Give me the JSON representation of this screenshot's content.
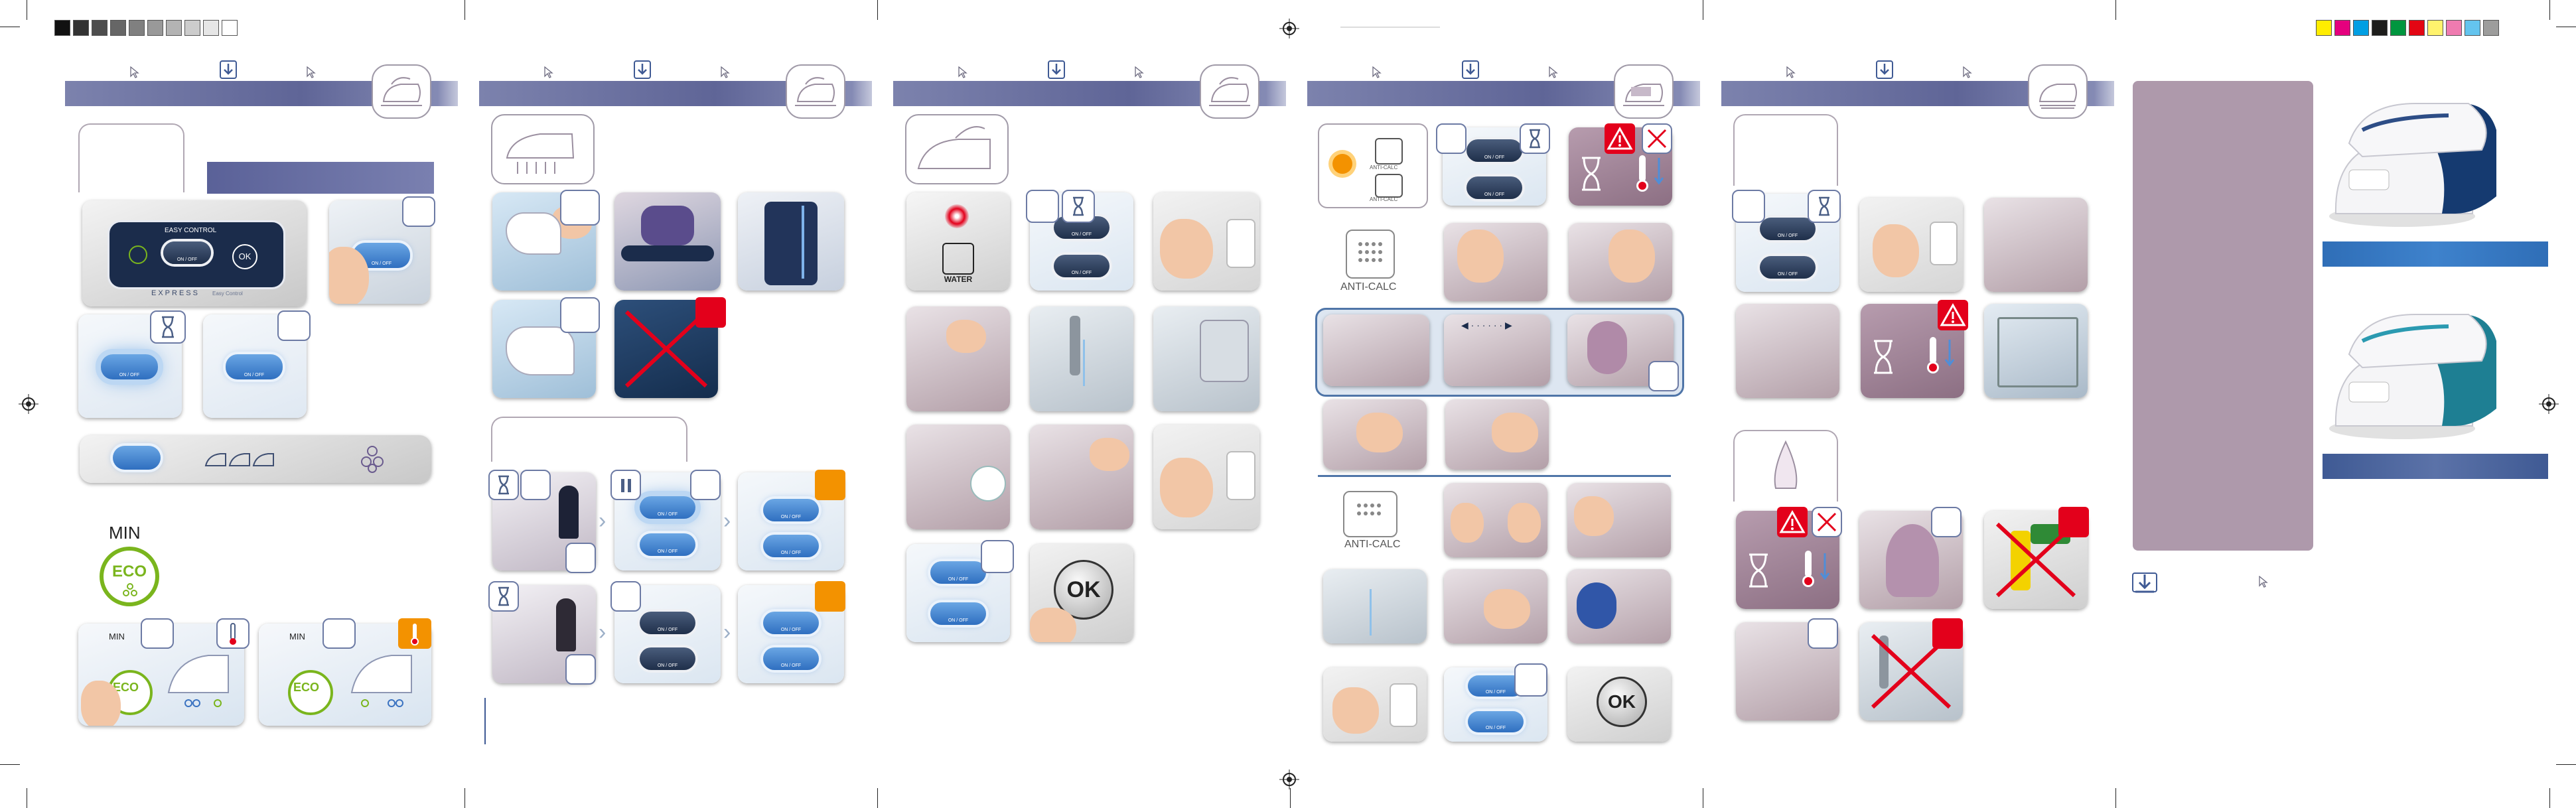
{
  "leaflet": {
    "panel_count": 6,
    "colors": {
      "band": "#6a6f9f",
      "band_light": "#9aa0c4",
      "accent_red": "#e3001b",
      "accent_orange": "#f39200",
      "eco_green": "#7ab51d",
      "mauve_panel": "#ae99ab",
      "blue_band": "#2f6eb7",
      "blue_band2": "#3f5a94"
    },
    "swatches_gray": [
      "#111111",
      "#333333",
      "#4d4d4d",
      "#666666",
      "#808080",
      "#999999",
      "#b3b3b3",
      "#cccccc",
      "#e6e6e6",
      "#ffffff"
    ],
    "swatches_color": [
      "#ffed00",
      "#e5007e",
      "#009fe3",
      "#1d1d1b",
      "#00963f",
      "#e30613",
      "#fff36d",
      "#ef7bb0",
      "#64c4ee",
      "#9d9d9c"
    ]
  },
  "panel1": {
    "control_panel": {
      "brand": "EXPRESS",
      "subbrand": "Easy Control",
      "mode": "EASY CONTROL",
      "power": "ON / OFF",
      "ok": "OK"
    },
    "onoff": "ON / OFF",
    "min": "MIN",
    "eco": "ECO",
    "min_small": "MIN",
    "eco_small": "ECO"
  },
  "panel3": {
    "water": "WATER",
    "onoff": "ON / OFF",
    "ok": "OK"
  },
  "panel4": {
    "anticalc_small": "ANTI-CALC",
    "anticalc_label": "ANTI-CALC",
    "anticalc_label2": "ANTI-CALC",
    "onoff": "ON / OFF",
    "ok": "OK"
  },
  "panel6": {
    "models": [
      "blue-steam-generator",
      "teal-steam-generator"
    ]
  },
  "icons": {
    "cursor": "cursor-icon",
    "download": "download-icon",
    "hourglass": "hourglass-icon",
    "thermometer": "thermometer-icon",
    "warning": "warning-triangle-icon",
    "iron": "iron-icon",
    "brush": "brush-icon",
    "registration": "registration-mark-icon"
  }
}
